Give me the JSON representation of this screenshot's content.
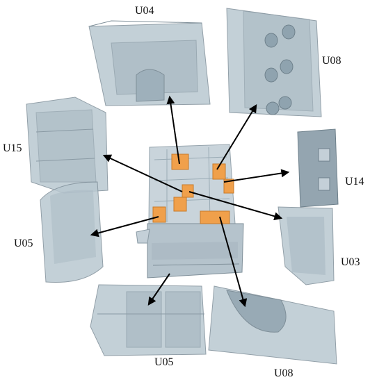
{
  "labels": {
    "u04": "U04",
    "u08_top": "U08",
    "u15": "U15",
    "u14": "U14",
    "u05_left": "U05",
    "u03": "U03",
    "u05_bottom": "U05",
    "u08_bottom": "U08"
  },
  "colors": {
    "part_fill": "#b9c8d1",
    "part_stroke": "#7f8f99",
    "highlight": "#f0a04b",
    "arrow": "#000000"
  }
}
